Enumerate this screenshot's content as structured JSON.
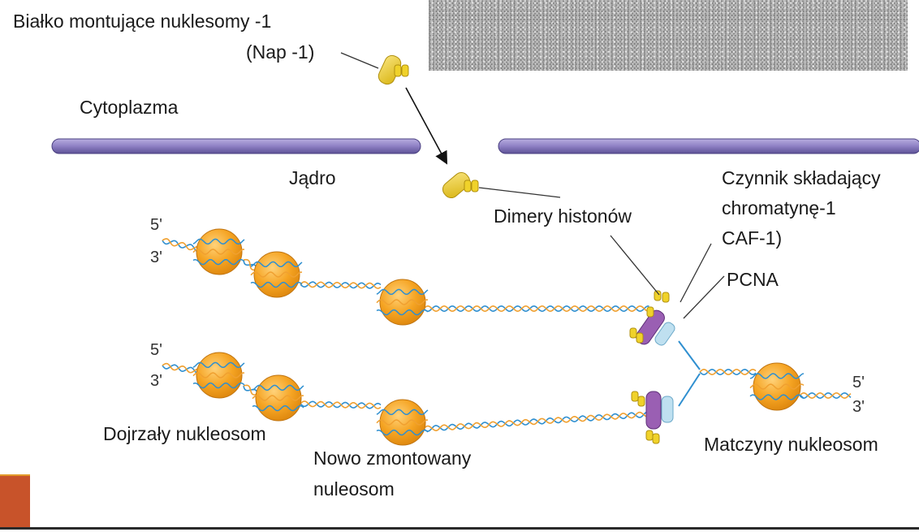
{
  "labels": {
    "nap1_line1": "Białko montujące nuklesomy -1",
    "nap1_line2": "(Nap -1)",
    "cytoplasm": "Cytoplazma",
    "nucleus": "Jądro",
    "histone_dimers": "Dimery histonów",
    "caf1_line1": "Czynnik składający",
    "caf1_line2": "chromatynę-1",
    "caf1_line3": "CAF-1)",
    "pcna": "PCNA",
    "mature_nucleosome": "Dojrzały nukleosom",
    "new_nucleosome_line1": "Nowo zmontowany",
    "new_nucleosome_line2": "nuleosom",
    "parental_nucleosome": "Matczyny nukleosom"
  },
  "strand_ends": {
    "top_five": "5'",
    "top_three": "3'",
    "bottom_five": "5'",
    "bottom_three": "3'",
    "parent_five": "5'",
    "parent_three": "3'"
  },
  "colors": {
    "membrane": "#8e80c4",
    "histone_core": "#f5a423",
    "histone_dimer": "#f0d22a",
    "caf1": "#9a5fb3",
    "pcna": "#bfe0f0",
    "dna_blue": "#2f8fd0",
    "dna_orange": "#f0a030"
  }
}
